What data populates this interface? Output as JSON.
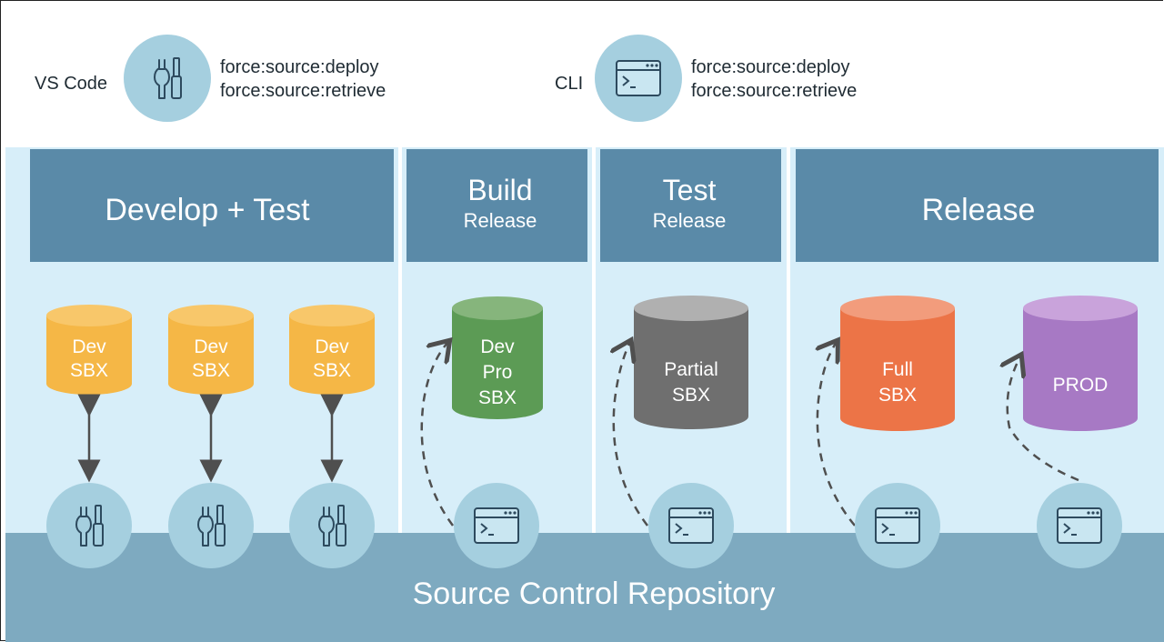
{
  "legend": {
    "vscode": {
      "label": "VS Code",
      "commands": [
        "force:source:deploy",
        "force:source:retrieve"
      ]
    },
    "cli": {
      "label": "CLI",
      "commands": [
        "force:source:deploy",
        "force:source:retrieve"
      ]
    }
  },
  "stages": [
    {
      "title": "Develop + Test",
      "subtitle": ""
    },
    {
      "title": "Build",
      "subtitle": "Release"
    },
    {
      "title": "Test",
      "subtitle": "Release"
    },
    {
      "title": "Release",
      "subtitle": ""
    }
  ],
  "environments": {
    "dev1": [
      "Dev",
      "SBX"
    ],
    "dev2": [
      "Dev",
      "SBX"
    ],
    "dev3": [
      "Dev",
      "SBX"
    ],
    "devpro": [
      "Dev",
      "Pro",
      "SBX"
    ],
    "partial": [
      "Partial",
      "SBX"
    ],
    "full": [
      "Full",
      "SBX"
    ],
    "prod": [
      "PROD"
    ]
  },
  "repository": {
    "label": "Source Control Repository"
  },
  "colors": {
    "panel": "#d7eef9",
    "header": "#5a8aa8",
    "repo": "#7eaac0",
    "tool_circle": "#a5cfdf",
    "dev_sbx": "#f5b746",
    "dev_pro_sbx": "#5c9b55",
    "partial_sbx": "#6f6f6f",
    "full_sbx": "#ec7447",
    "prod": "#a779c4"
  },
  "icons": {
    "vscode": "wrench-screwdriver-icon",
    "cli": "terminal-window-icon"
  }
}
